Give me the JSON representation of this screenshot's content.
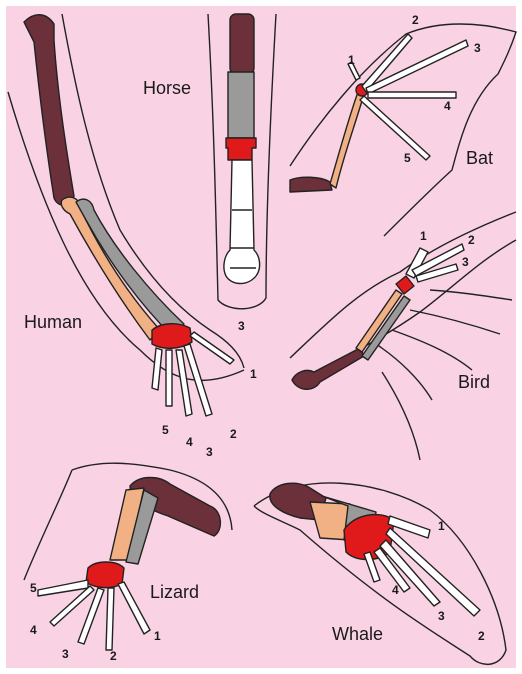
{
  "colors": {
    "background": "#f9d3e3",
    "humerus": "#6b3039",
    "radius": "#f2b185",
    "ulna": "#9a9a9a",
    "carpals": "#e0191a",
    "phalanges": "#ffffff"
  },
  "labels": {
    "horse": "Horse",
    "human": "Human",
    "bat": "Bat",
    "bird": "Bird",
    "lizard": "Lizard",
    "whale": "Whale"
  },
  "digits": {
    "bat": [
      "1",
      "2",
      "3",
      "4",
      "5"
    ],
    "horse": [
      "3"
    ],
    "human": [
      "1",
      "2",
      "3",
      "4",
      "5"
    ],
    "bird": [
      "1",
      "2",
      "3"
    ],
    "lizard": [
      "1",
      "2",
      "3",
      "4",
      "5"
    ],
    "whale": [
      "1",
      "2",
      "3",
      "4"
    ]
  }
}
